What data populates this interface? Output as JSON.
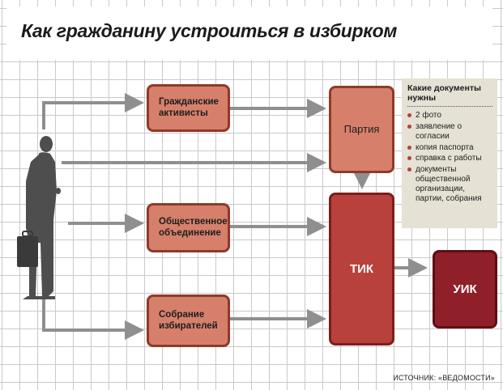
{
  "title": "Как гражданину устроиться в избирком",
  "boxes": {
    "activists": "Гражданские активисты",
    "association": "Общественное объединение",
    "meeting": "Собрание избирателей",
    "party": "Партия",
    "tik": "ТИК",
    "uik": "УИК"
  },
  "documents": {
    "title": "Какие документы нужны",
    "items": [
      "2 фото",
      "заявление о согласии",
      "копия паспорта",
      "справка с работы",
      "документы общественной организации, партии, собрания"
    ]
  },
  "source": "ИСТОЧНИК: «ВЕДОМОСТИ»",
  "colors": {
    "salmon_box": "#d6806c",
    "tik_box": "#b8413b",
    "uik_box": "#8f1f28",
    "arrow": "#8f8f8f",
    "docs_panel": "#e5e1d4"
  }
}
